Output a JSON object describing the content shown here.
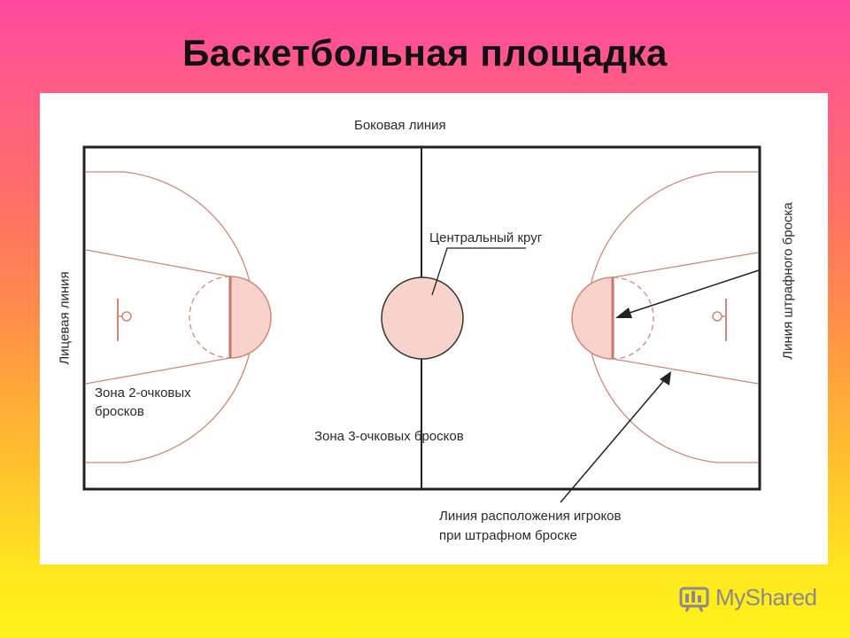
{
  "slide": {
    "title": "Баскетбольная площадка"
  },
  "diagram": {
    "labels": {
      "sideline": "Боковая линия",
      "center_circle": "Центральный круг",
      "endline": "Лицевая линия",
      "free_throw_line": "Линия штрафного броска",
      "two_point_zone_line1": "Зона 2-очковых",
      "two_point_zone_line2": "бросков",
      "three_point_zone": "Зона 3-очковых бросков",
      "player_positions_line1": "Линия расположения игроков",
      "player_positions_line2": "при штрафном броске"
    },
    "colors": {
      "court_line": "#222222",
      "marking_line": "#d08878",
      "fill": "#f7d3cb"
    }
  },
  "logo": {
    "text": "MyShared",
    "icon": "myshared-logo-icon"
  }
}
